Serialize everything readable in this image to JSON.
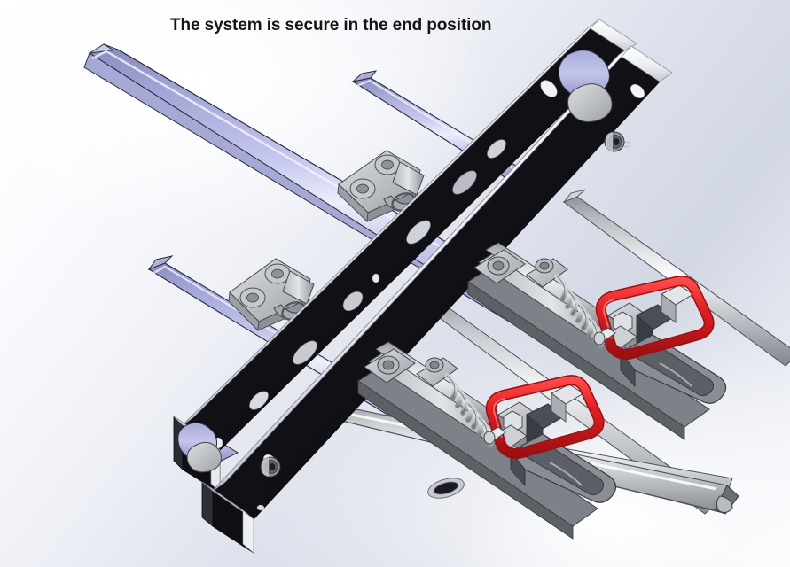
{
  "caption": {
    "text": "The system is secure in the end position",
    "color": "#151515"
  },
  "scene": {
    "kind": "cad-3d-render",
    "application_look": "SolidWorks shaded view",
    "background": {
      "type": "radial-linear-gradient",
      "corner_top_left": "#ffffff",
      "corner_top_right": "#e4e7f0",
      "mid_right": "#d5d9e4",
      "mid_left": "#e2e6f0",
      "corner_bottom_left": "#fbfcfe",
      "corner_bottom_right": "#f6f7fa"
    },
    "view": "isometric",
    "materials": {
      "tube_lavender": "#b7b9e4",
      "tube_lavender_highlight": "#e6e7f7",
      "tube_lavender_shadow": "#8f92c4",
      "plate_black": "#131318",
      "plate_black_edge": "#f2f2f4",
      "steel_light": "#e9eaec",
      "steel_mid": "#b9bcc1",
      "steel_dark": "#7d8186",
      "steel_outline": "#3a3d42",
      "handle_red": "#e31d22",
      "handle_red_shade": "#9c1013",
      "spring_steel": "#9a9da3"
    }
  },
  "components": [
    {
      "id": "tube-upper-lavender",
      "name": "Lavender guide tube (upper)",
      "color": "#b7b9e4",
      "note": "chamfered open end at upper-left"
    },
    {
      "id": "tube-middle-lavender",
      "name": "Lavender guide tube (middle)",
      "color": "#b7b9e4",
      "note": "short stub, chamfered end"
    },
    {
      "id": "tube-lower-lavender",
      "name": "Lavender guide tube (lower)",
      "color": "#b7b9e4",
      "note": "chamfered open end at left"
    },
    {
      "id": "mount-plate-rear",
      "name": "Rear perforated black mounting plate",
      "color": "#131318",
      "features": "oval slots, round bolt holes"
    },
    {
      "id": "mount-plate-front",
      "name": "Front perforated black mounting plate",
      "color": "#131318",
      "features": "oval slots, round bolt holes, socket-head bolts"
    },
    {
      "id": "clevis-bracket-upper",
      "name": "Upper hinge / clevis bracket",
      "color": "#b9bcc1"
    },
    {
      "id": "clevis-bracket-lower",
      "name": "Lower hinge / clevis bracket",
      "color": "#b9bcc1"
    },
    {
      "id": "rod-upper-steel",
      "name": "Upper steel guide rod",
      "color": "#d9dade"
    },
    {
      "id": "rod-middle-steel",
      "name": "Middle steel guide rod",
      "color": "#d9dade"
    },
    {
      "id": "rod-lower-steel",
      "name": "Lower steel guide rod (pointed chamfer end)",
      "color": "#d9dade"
    },
    {
      "id": "latch-assembly-upper",
      "name": "Upper spring latch assembly",
      "color": "#9da1a6"
    },
    {
      "id": "latch-assembly-lower",
      "name": "Lower spring latch assembly",
      "color": "#9da1a6"
    },
    {
      "id": "coil-spring-upper",
      "name": "Upper compression coil spring",
      "color": "#9a9da3",
      "coils": 12
    },
    {
      "id": "coil-spring-lower",
      "name": "Lower compression coil spring",
      "color": "#9a9da3",
      "coils": 12
    },
    {
      "id": "locking-handle-upper",
      "name": "Upper red locking pin handle (R-bail)",
      "color": "#e31d22"
    },
    {
      "id": "locking-handle-lower",
      "name": "Lower red locking pin handle (R-bail)",
      "color": "#e31d22"
    },
    {
      "id": "jaw-upper",
      "name": "Upper clamp jaw / fork",
      "color": "#8d9196"
    },
    {
      "id": "jaw-lower",
      "name": "Lower clamp jaw / fork",
      "color": "#8d9196"
    },
    {
      "id": "bolt-head-plate-upper",
      "name": "Socket head bolt (upper plate)",
      "color": "#6e7176"
    },
    {
      "id": "bolt-head-plate-lower",
      "name": "Socket head bolt (lower plate)",
      "color": "#6e7176"
    }
  ]
}
